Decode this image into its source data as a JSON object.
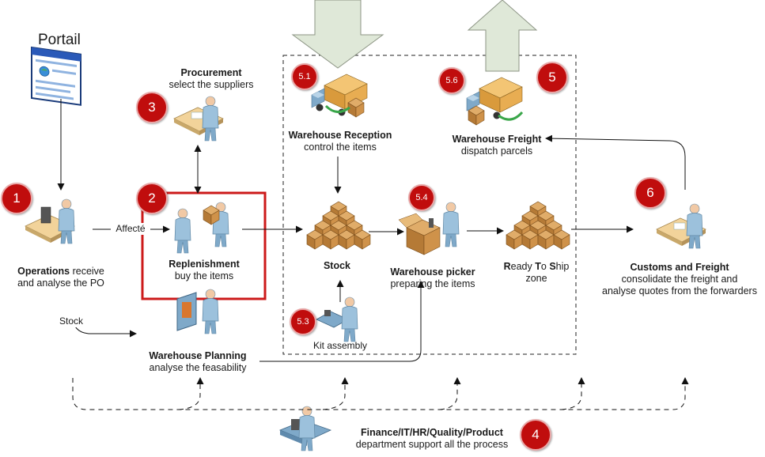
{
  "portal": "Portail",
  "badges": [
    "1",
    "2",
    "3",
    "4",
    "5",
    "5.1",
    "5.3",
    "5.4",
    "5.6",
    "6"
  ],
  "operations": {
    "title": "Operations",
    "line1": " receive",
    "line2": "and analyse the PO"
  },
  "procurement": {
    "title": "Procurement",
    "subtitle": "select the suppliers"
  },
  "replenishment": {
    "title": "Replenishment",
    "subtitle": "buy the items"
  },
  "warehouse_planning": {
    "title": "Warehouse Planning",
    "subtitle": "analyse the feasability"
  },
  "warehouse_reception": {
    "title": "Warehouse Reception",
    "subtitle": "control the items"
  },
  "warehouse_freight": {
    "title": "Warehouse Freight",
    "subtitle": "dispatch parcels"
  },
  "stock": {
    "title": "Stock"
  },
  "kit_assembly": "Kit assembly",
  "warehouse_picker": {
    "title": "Warehouse picker",
    "subtitle": "preparing the items"
  },
  "ready_to_ship": {
    "r": "R",
    "eady": "eady ",
    "t": "T",
    "o": "o ",
    "s": "S",
    "hip": "hip",
    "line2": "zone"
  },
  "customs": {
    "title": "Customs and Freight",
    "line1": "consolidate the freight and",
    "line2": "analyse quotes from the forwarders"
  },
  "support": {
    "title": "Finance/IT/HR/Quality/Product",
    "subtitle": "department support all the process"
  },
  "edge_labels": {
    "affecte": "Affecté",
    "stock": "Stock"
  },
  "colors": {
    "badge": "#c00d0d",
    "highlight": "#cc1a1a",
    "big_arrow": "#dfe8d8",
    "box": "#c9893f",
    "person": "#9cc1dc"
  }
}
